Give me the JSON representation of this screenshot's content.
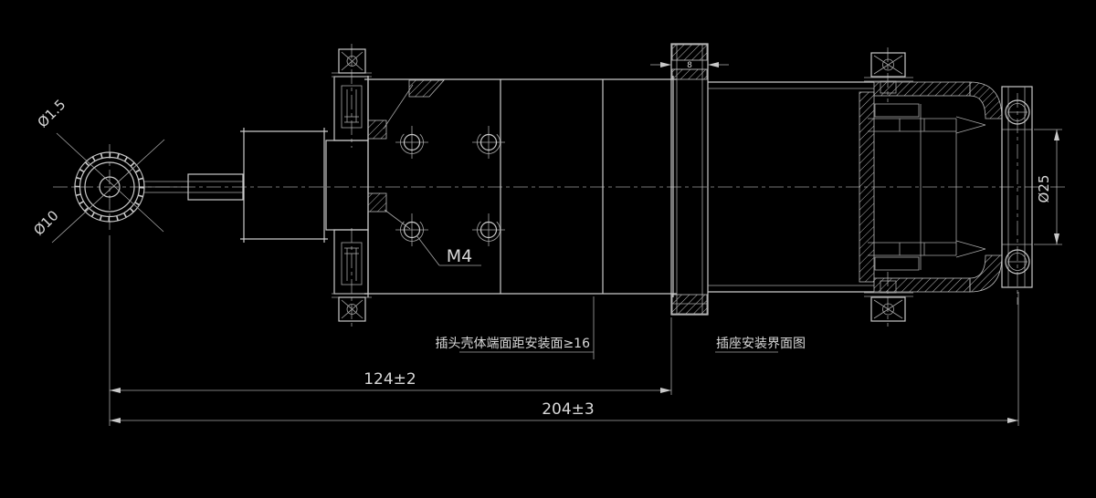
{
  "drawing": {
    "labels": {
      "dia_top_left": "Ø1.5",
      "dia_bottom_left": "Ø10",
      "thread": "M4",
      "dia_right": "Ø25",
      "flange_thickness": "8"
    },
    "dimensions": {
      "length_to_flange": "124±2",
      "overall_length": "204±3"
    },
    "notes": {
      "note_left": "插头壳体端面距安装面≥16",
      "note_right": "插座安装界面图"
    },
    "colors": {
      "background": "#000000",
      "line": "#c9c9c9",
      "text": "#d8d8d8"
    }
  }
}
